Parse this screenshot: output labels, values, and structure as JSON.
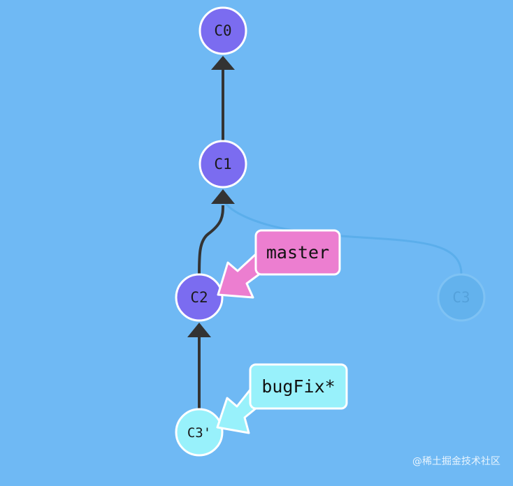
{
  "colors": {
    "background": "#6fb9f4",
    "commit_fill": "#7b6cf0",
    "active_commit_fill": "#98f1fb",
    "ghost_commit_fill": "#5aaee8",
    "node_stroke": "#ffffff",
    "edge": "#333333",
    "master_fill": "#ec7ed0",
    "bugfix_fill": "#98f1fb"
  },
  "commits": {
    "c0": "C0",
    "c1": "C1",
    "c2": "C2",
    "c3": "C3",
    "c3prime": "C3'"
  },
  "branches": {
    "master": "master",
    "bugfix": "bugFix*"
  },
  "watermark": "@稀土掘金技术社区"
}
